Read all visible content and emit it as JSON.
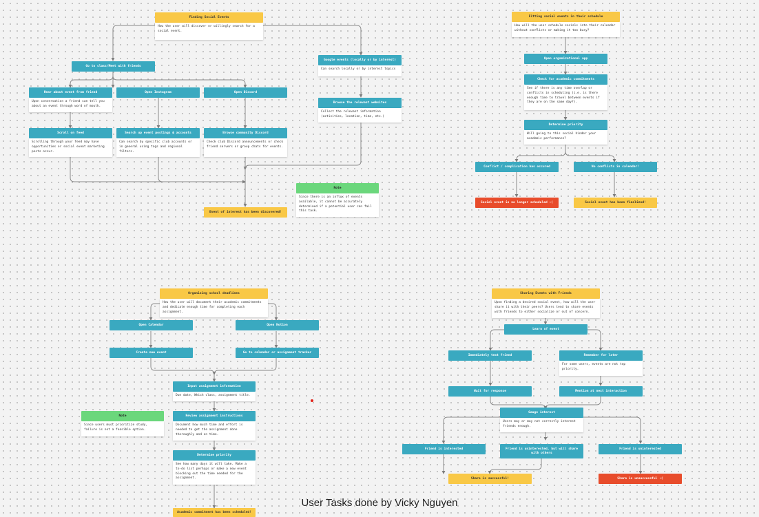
{
  "footer": "User Tasks done by Vicky Nguyen",
  "colors": {
    "teal": "#3aa9c0",
    "yellow": "#f9c846",
    "green": "#6bd77c",
    "red": "#e84c2b",
    "line": "#8a8a8a"
  },
  "flows": {
    "finding": {
      "title": "Finding Social Events",
      "title_desc": "How the user will discover or willingly search for a social event.",
      "class_meet": "Go to class/Meet with friends",
      "hear": "Hear about event from friend",
      "hear_desc": "Upon conversation a friend can tell you about an event through word of mouth.",
      "instagram": "Open Instagram",
      "discord": "Open Discord",
      "scroll": "Scroll on feed",
      "scroll_desc": "Scrolling through your feed may have opportunities or social event marketing posts occur.",
      "search_accounts": "Search up event postings & accounts",
      "search_accounts_desc": "Can search by specific club accounts or in general using tags and regional filters.",
      "browse_discord": "Browse community Discord",
      "browse_discord_desc": "Check club Discord announcements or check friend servers or group chats for events.",
      "google": "Google events (locally or by interest)",
      "google_desc": "Can search locally or by interest topics",
      "browse_web": "Browse the relevant websites",
      "browse_web_desc": "Collect the relevant information (activities, location, time, etc.)",
      "note": "Note",
      "note_desc": "Since there is an influx of events available, it cannot be accurately determined if a potential user can fail this task.",
      "result": "Event of interest has been discovered!"
    },
    "fitting": {
      "title": "Fitting social events in their schedule",
      "title_desc": "How will the user schedule socials into their calendar without conflicts or making it too busy?",
      "open_app": "Open organizational app",
      "check_academic": "Check for academic commitments",
      "check_academic_desc": "See if there is any time overlap or conflicts in scheduling (i.e. is there enough time to travel between events if they are on the same day?).",
      "priority": "Determine priority",
      "priority_desc": "Will going to this social hinder your academic performance?",
      "conflict": "Conflict / complication has occured",
      "no_conflict": "No conflicts in calendar!",
      "fail": "Social event is no longer scheduled :(",
      "success": "Social event has been finalized!"
    },
    "deadlines": {
      "title": "Organizing school deadlines",
      "title_desc": "How the user will document their academic commitments and dedicate enough time for completing each assignment.",
      "open_calendar": "Open Calendar",
      "open_notion": "Open Notion",
      "create_event": "Create new event",
      "go_tracker": "Go to calendar or assignment tracker",
      "input_info": "Input assignment information",
      "input_info_desc": "Due date, Which class, assignment title.",
      "review": "Review assignment instructions",
      "review_desc": "Document how much time and effort is needed to get the assignment done thoroughly and on time.",
      "priority": "Determine priority",
      "priority_desc": "See how many days it will take. Make a to-do list perhaps or make a new event blocking out the time needed for the assignment.",
      "note": "Note",
      "note_desc": "Since users must prioritize study, failure is not a feasible option.",
      "result": "Academic commitment has been scheduled!"
    },
    "sharing": {
      "title": "Sharing Events with Friends",
      "title_desc": "Upon finding a desired social event, how will the user share it with their peers? Users tend to share events with friends to either socialize or out of concern.",
      "learn": "Learn of event",
      "text_friend": "Immediately text friend",
      "remember": "Remember for later",
      "remember_desc": "For some users, events are not top priority.",
      "wait": "Wait for response",
      "mention": "Mention at next interaction",
      "gauge": "Gauge interest",
      "gauge_desc": "Users may or may not correctly interest friends enough.",
      "interested": "Friend is interested",
      "uninterested_share": "Friend is uninterested, but will share with others",
      "uninterested": "Friend is uninterested",
      "success": "Share is successful!",
      "fail": "Share is unsuccessful :("
    }
  }
}
